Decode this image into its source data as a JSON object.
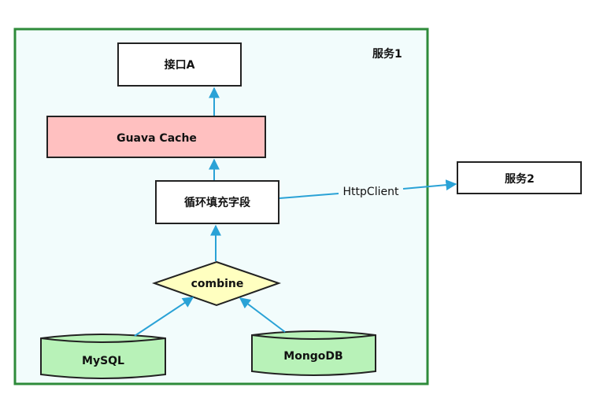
{
  "service1": {
    "label": "服务1"
  },
  "service2": {
    "label": "服务2"
  },
  "interface_a": {
    "label": "接口A"
  },
  "guava_cache": {
    "label": "Guava Cache"
  },
  "loop_fill": {
    "label": "循环填充字段"
  },
  "combine": {
    "label": "combine"
  },
  "mysql": {
    "label": "MySQL"
  },
  "mongodb": {
    "label": "MongoDB"
  },
  "http_client": {
    "label": "HttpClient"
  },
  "colors": {
    "container_border": "#2e8b3a",
    "container_fill": "#f2fcfc",
    "cache_fill": "#ffc0c0",
    "diamond_fill": "#ffffc0",
    "db_fill": "#b8f2b8",
    "arrow": "#2aa2d6"
  }
}
